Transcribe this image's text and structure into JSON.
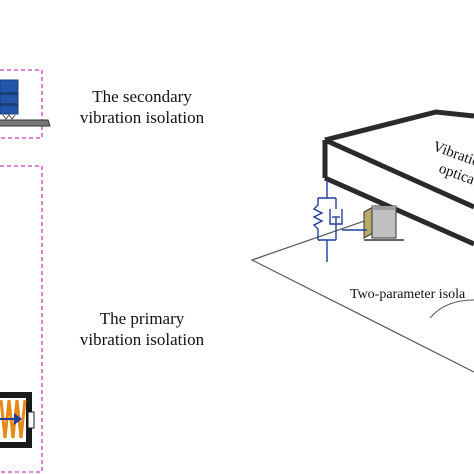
{
  "labels": {
    "secondary_line1": "The secondary",
    "secondary_line2": "vibration isolation",
    "primary_line1": "The primary",
    "primary_line2": "vibration isolation",
    "table_line1": "Vibratio",
    "table_line2": "optica",
    "two_param": "Two-parameter isola"
  },
  "colors": {
    "dashed_box": "#d23cbf",
    "dark_line": "#2a2a2a",
    "spring_blue": "#1e3f9a",
    "box_blue": "#2256a8",
    "spring_orange": "#e58a14"
  }
}
